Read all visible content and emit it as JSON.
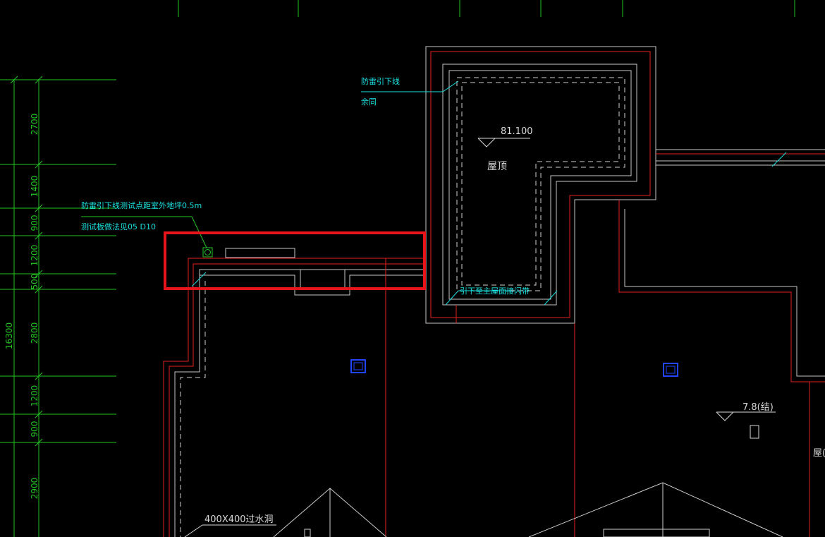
{
  "drawing": {
    "colors": {
      "background": "#000000",
      "wall": "#e02020",
      "outline": "#c8c8c8",
      "dim": "#22c422",
      "note": "#19e0e0",
      "level": "#d8d8d8",
      "highlight": "#e8141c",
      "marker": "#2244ff"
    },
    "dimensions": {
      "segments": [
        "2700",
        "1400",
        "900",
        "1200",
        "500",
        "2800",
        "1200",
        "900",
        "2900"
      ],
      "total": "16300"
    },
    "notes": {
      "downlead_title": "防雷引下线",
      "downlead_sub": "余同",
      "test_note_1": "防雷引下线测试点距室外地坪0.5m",
      "test_note_2": "测试板做法见05 D10",
      "lead_to_roof": "引下至主屋面接闪带",
      "drain_hole": "400X400过水洞"
    },
    "levels": {
      "upper_roof_value": "81.100",
      "upper_roof_name": "屋顶",
      "lower_value": "7.8(结)",
      "partial_label": "屋("
    }
  }
}
